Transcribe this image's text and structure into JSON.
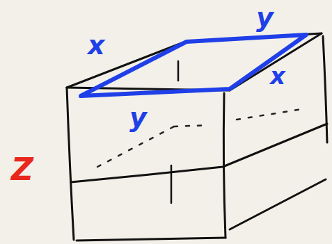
{
  "diagram": {
    "labels": [
      "x",
      "y",
      "y",
      "x",
      "Z"
    ]
  }
}
